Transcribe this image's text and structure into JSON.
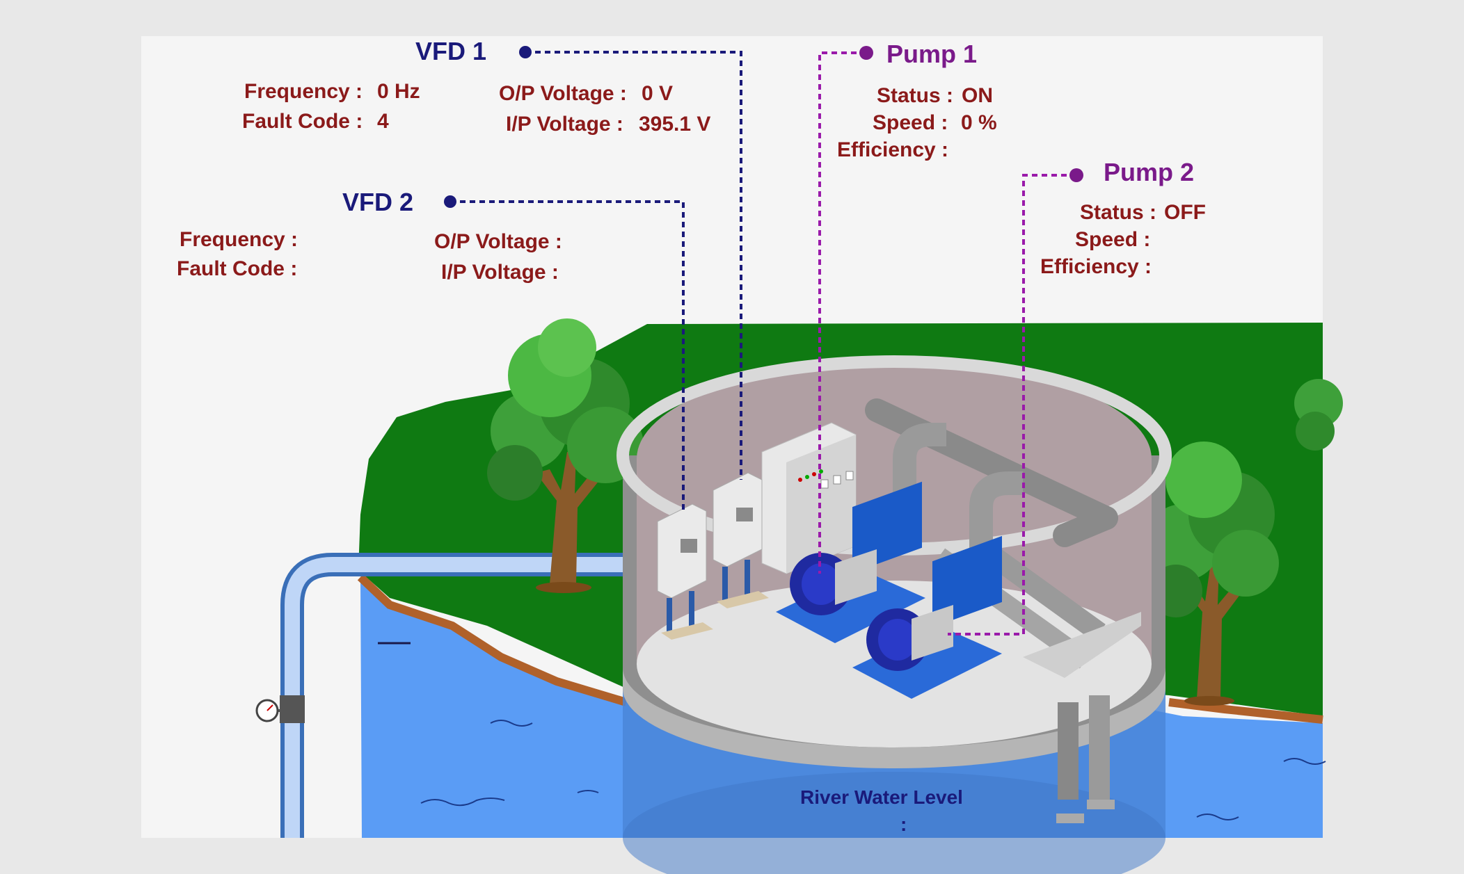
{
  "colors": {
    "background": "#e8e8e8",
    "panel": "#f5f5f5",
    "grass": "#0f7a12",
    "water": "#5a9cf5",
    "label_text": "#8B1A1A",
    "vfd_title": "#1a1a7a",
    "pump_title": "#7a1a8a"
  },
  "vfd1": {
    "title": "VFD 1",
    "frequency_label": "Frequency :",
    "frequency_value": "0 Hz",
    "fault_code_label": "Fault Code :",
    "fault_code_value": "4",
    "op_voltage_label": "O/P Voltage :",
    "op_voltage_value": "0 V",
    "ip_voltage_label": "I/P Voltage :",
    "ip_voltage_value": "395.1 V"
  },
  "vfd2": {
    "title": "VFD 2",
    "frequency_label": "Frequency :",
    "fault_code_label": "Fault Code :",
    "op_voltage_label": "O/P Voltage :",
    "ip_voltage_label": "I/P Voltage :"
  },
  "pump1": {
    "title": "Pump 1",
    "status_label": "Status :",
    "status_value": "ON",
    "speed_label": "Speed  :",
    "speed_value": "0 %",
    "efficiency_label": "Efficiency :"
  },
  "pump2": {
    "title": "Pump 2",
    "status_label": "Status :",
    "status_value": "OFF",
    "speed_label": "Speed  :",
    "efficiency_label": "Efficiency :"
  },
  "river": {
    "label": "River Water Level",
    "value_separator": ":"
  },
  "icons": [
    "tree-icon",
    "pressure-gauge-icon",
    "vfd-cabinet-icon",
    "control-panel-icon",
    "pump-motor-icon"
  ]
}
